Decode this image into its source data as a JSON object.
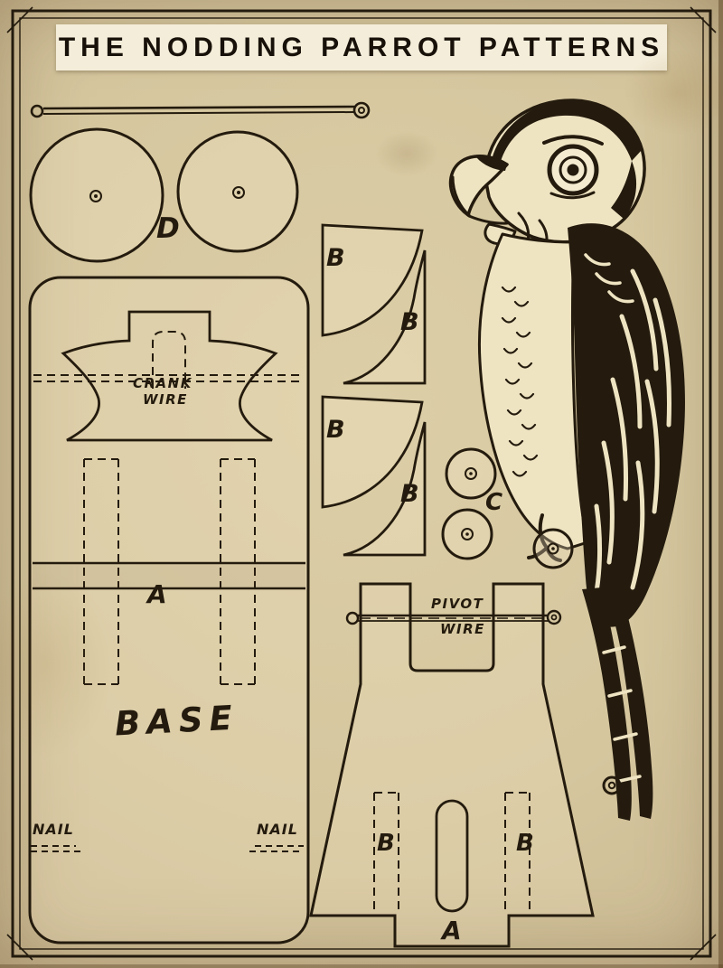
{
  "page": {
    "title": "THE NODDING PARROT PATTERNS"
  },
  "colors": {
    "paper": "#d5c69e",
    "ink": "#241b0e",
    "banner": "#f4edd9"
  },
  "labels": {
    "disc": "D",
    "crank_line1": "CRANK",
    "crank_line2": "WIRE",
    "base_strip": "A",
    "base": "BASE",
    "nail_left": "NAIL",
    "nail_right": "NAIL",
    "bracket1_upper": "B",
    "bracket1_lower": "B",
    "bracket2_upper": "B",
    "bracket2_lower": "B",
    "wheels": "C",
    "pivot_line1": "PIVOT",
    "pivot_line2": "WIRE",
    "body_left": "B",
    "body_right": "B",
    "body_base": "A"
  }
}
